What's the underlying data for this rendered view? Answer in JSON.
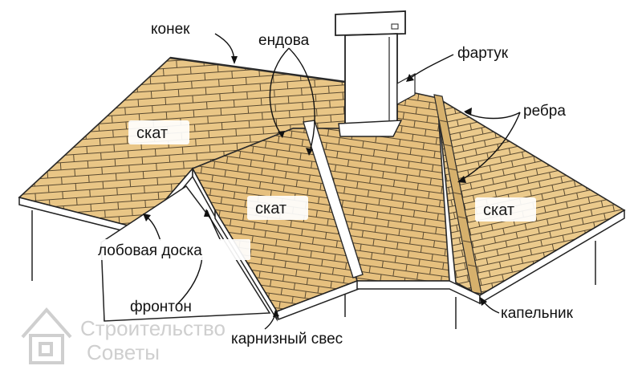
{
  "colors": {
    "roof_fill": "#e9c686",
    "roof_stroke": "#2a2a2a",
    "shingle_line": "#5a4a30",
    "wall": "#ffffff",
    "outline": "#222222",
    "watermark": "#cfcfcf"
  },
  "labels": {
    "ridge": "конек",
    "valley": "ендова",
    "apron": "фартук",
    "hips": "ребра",
    "slope_left": "скат",
    "slope_center": "скат",
    "slope_right": "скат",
    "fascia": "лобовая доска",
    "gable": "фронтон",
    "drip_edge": "капельник",
    "eave_overhang": "карнизный свес"
  },
  "watermark": {
    "line1": "Строительство",
    "line2": "Советы",
    "icon": "house-icon"
  }
}
